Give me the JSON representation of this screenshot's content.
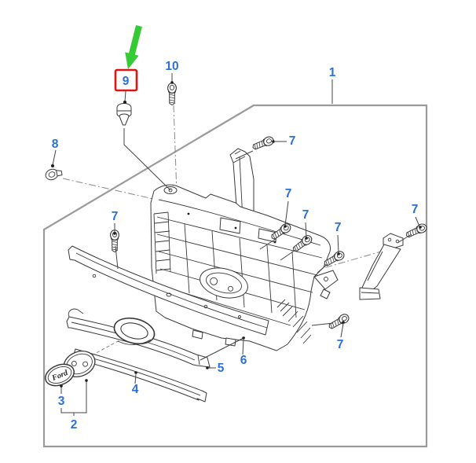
{
  "diagram": {
    "badge_text": "Ford",
    "highlighted_part": "9",
    "callouts": {
      "n1": "1",
      "n2": "2",
      "n3": "3",
      "n4": "4",
      "n5": "5",
      "n6": "6",
      "n7": "7",
      "n8": "8",
      "n9": "9",
      "n10": "10"
    }
  },
  "colors": {
    "label": "#2a6fdb",
    "highlight_box": "#dd1512",
    "arrow": "#35cb35",
    "border": "#9a9a9a",
    "line": "#3a3a3a",
    "background": "#ffffff"
  }
}
